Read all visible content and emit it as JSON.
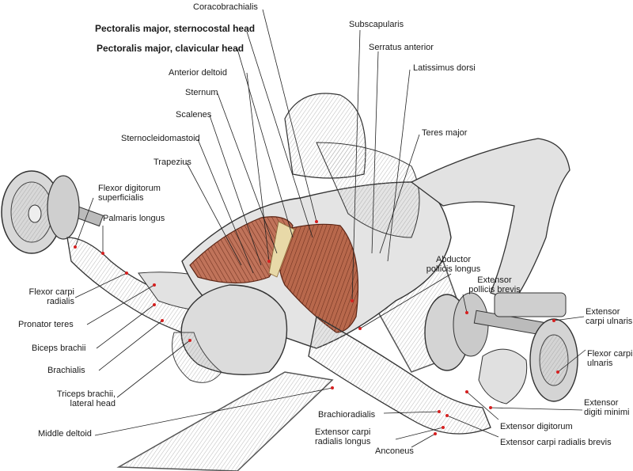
{
  "labels": {
    "coracobrachialis": "Coracobrachialis",
    "pec_sternocostal": "Pectoralis major, sternocostal head",
    "pec_clavicular": "Pectoralis major, clavicular head",
    "anterior_deltoid": "Anterior deltoid",
    "sternum": "Sternum",
    "scalenes": "Scalenes",
    "sternocleidomastoid": "Sternocleidomastoid",
    "trapezius": "Trapezius",
    "flexor_digitorum_1": "Flexor digitorum",
    "flexor_digitorum_2": "superficialis",
    "palmaris_longus": "Palmaris longus",
    "flexor_carpi_radialis_1": "Flexor carpi",
    "flexor_carpi_radialis_2": "radialis",
    "pronator_teres": "Pronator teres",
    "biceps_brachii": "Biceps brachii",
    "brachialis": "Brachialis",
    "triceps_1": "Triceps brachii,",
    "triceps_2": "lateral head",
    "middle_deltoid": "Middle deltoid",
    "subscapularis": "Subscapularis",
    "serratus_anterior": "Serratus anterior",
    "latissimus_dorsi": "Latissimus dorsi",
    "teres_major": "Teres major",
    "abductor_1": "Abductor",
    "abductor_2": "pollicis longus",
    "ext_pollicis_1": "Extensor",
    "ext_pollicis_2": "pollicis brevis",
    "ext_carpi_ulnaris_1": "Extensor",
    "ext_carpi_ulnaris_2": "carpi ulnaris",
    "flexor_carpi_ulnaris_1": "Flexor carpi",
    "flexor_carpi_ulnaris_2": "ulnaris",
    "ext_digiti_1": "Extensor",
    "ext_digiti_2": "digiti minimi",
    "ext_digitorum": "Extensor digitorum",
    "ext_carpi_rad_brevis": "Extensor carpi radialis brevis",
    "brachioradialis": "Brachioradialis",
    "ext_carpi_rad_longus_1": "Extensor carpi",
    "ext_carpi_rad_longus_2": "radialis longus",
    "anconeus": "Anconeus"
  },
  "colors": {
    "muscle_highlight": "#b5654a",
    "muscle_dark": "#7a3a26",
    "skin_sketch": "#d6d6d6",
    "line": "#222222",
    "dot": "#d62020"
  }
}
